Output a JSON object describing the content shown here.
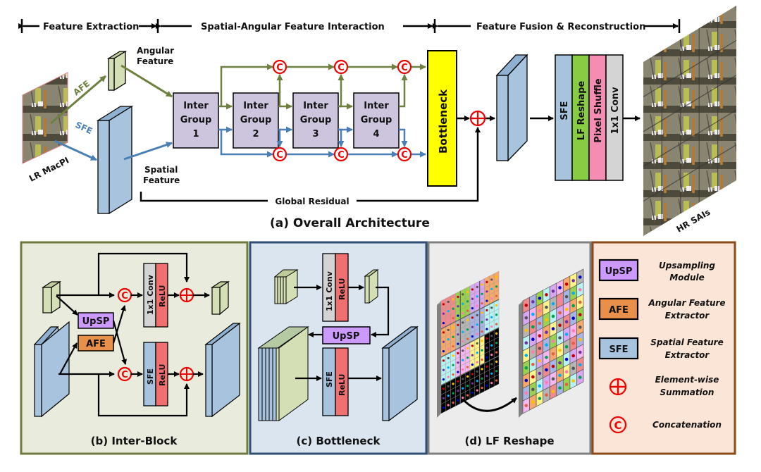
{
  "header": {
    "stage_feature_extraction": "Feature Extraction",
    "stage_interaction": "Spatial-Angular Feature Interaction",
    "stage_fusion": "Feature Fusion & Reconstruction"
  },
  "overall": {
    "input_label": "LR MacPI",
    "afe_label": "AFE",
    "sfe_label": "SFE",
    "angular_feature_line1": "Angular",
    "angular_feature_line2": "Feature",
    "spatial_feature_line1": "Spatial",
    "spatial_feature_line2": "Feature",
    "groups": [
      {
        "line1": "Inter",
        "line2": "Group",
        "line3": "1"
      },
      {
        "line1": "Inter",
        "line2": "Group",
        "line3": "2"
      },
      {
        "line1": "Inter",
        "line2": "Group",
        "line3": "3"
      },
      {
        "line1": "Inter",
        "line2": "Group",
        "line3": "4"
      }
    ],
    "concat_symbol": "C",
    "bottleneck_label": "Bottleneck",
    "global_residual_label": "Global Residual",
    "recon_blocks": [
      "SFE",
      "LF Reshape",
      "Pixel Shuffle",
      "1x1 Conv"
    ],
    "output_label": "HR SAIs",
    "caption": "(a) Overall Architecture"
  },
  "inter_block": {
    "conv_label": "1x1 Conv",
    "relu_label": "ReLU",
    "sfe_label": "SFE",
    "upsp_label": "UpSP",
    "afe_label": "AFE",
    "caption": "(b) Inter-Block"
  },
  "bottleneck": {
    "conv_label": "1x1 Conv",
    "relu_label": "ReLU",
    "upsp_label": "UpSP",
    "sfe_label": "SFE",
    "caption": "(c) Bottleneck"
  },
  "lf_reshape": {
    "caption": "(d) LF Reshape"
  },
  "legend": {
    "items": [
      {
        "symbol": "UpSP",
        "line1": "Upsampling",
        "line2": "Module"
      },
      {
        "symbol": "AFE",
        "line1": "Angular Feature",
        "line2": "Extractor"
      },
      {
        "symbol": "SFE",
        "line1": "Spatial Feature",
        "line2": "Extractor"
      },
      {
        "symbol": "⊕",
        "line1": "Element-wise",
        "line2": "Summation"
      },
      {
        "symbol": "C",
        "line1": "Concatenation",
        "line2": ""
      }
    ]
  },
  "colors": {
    "angular_path": "#6e8040",
    "spatial_path": "#4a7fb5",
    "inter_group_fill": "#cdc5de",
    "bottleneck_fill": "#ffff00",
    "feature_blue": "#a7c3de",
    "feature_green": "#d5dfb5",
    "upsp_fill": "#cc99ff",
    "afe_fill": "#e8904a",
    "relu_fill": "#f07070",
    "conv_fill": "#d4d4d4",
    "lf_reshape_fill": "#88cc44",
    "pixel_shuffle_fill": "#f48cb4",
    "operator_red": "#e00000"
  }
}
